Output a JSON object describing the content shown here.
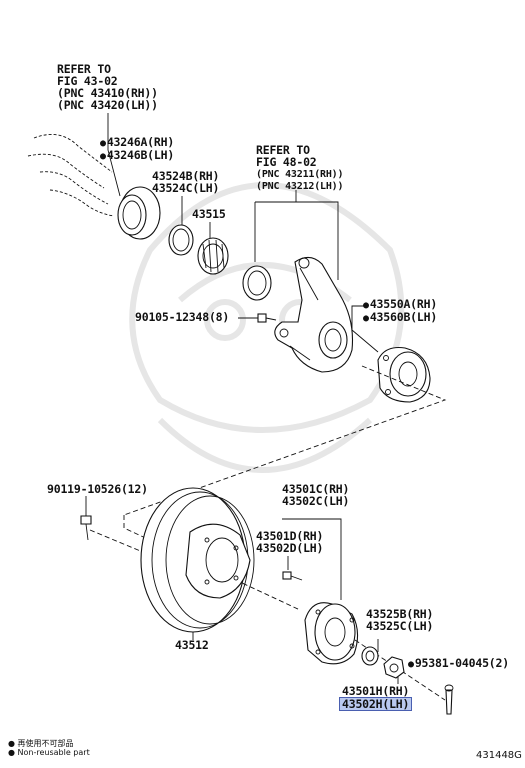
{
  "refer_fig_43": {
    "line1": "REFER TO",
    "line2": "FIG 43-02",
    "line3": "(PNC 43410(RH))",
    "line4": "(PNC 43420(LH))"
  },
  "refer_fig_48": {
    "line1": "REFER TO",
    "line2": "FIG 48-02",
    "line3": "(PNC 43211(RH))",
    "line4": "(PNC 43212(LH))"
  },
  "parts": {
    "p43246a": "43246A(RH)",
    "p43246b": "43246B(LH)",
    "p43524b": "43524B(RH)",
    "p43524c": "43524C(LH)",
    "p43515": "43515",
    "p90105": "90105-12348(8)",
    "p43550a": "43550A(RH)",
    "p43560b": "43560B(LH)",
    "p90119": "90119-10526(12)",
    "p43501c": "43501C(RH)",
    "p43502c": "43502C(LH)",
    "p43501d": "43501D(RH)",
    "p43502d": "43502D(LH)",
    "p43512": "43512",
    "p43525b": "43525B(RH)",
    "p43525c": "43525C(LH)",
    "p95381": "95381-04045(2)",
    "p43501h": "43501H(RH)",
    "p43502h": "43502H(LH)"
  },
  "bullet_symbol": "●",
  "legend": {
    "line1": "● 再使用不可部品",
    "line2": "● Non-reusable part"
  },
  "figure_id": "431448G"
}
